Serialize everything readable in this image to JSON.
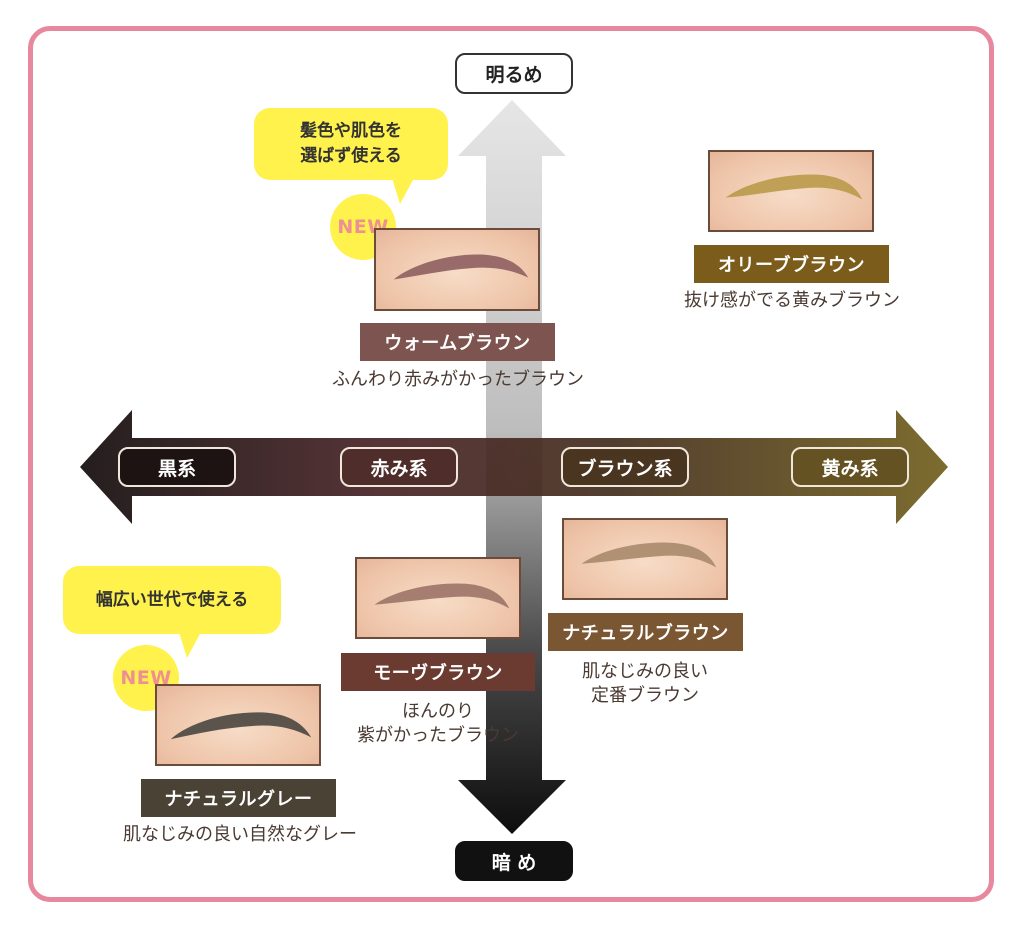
{
  "axis": {
    "vertical_top": "明るめ",
    "vertical_bottom": "暗 め",
    "horizontal": [
      "黒系",
      "赤み系",
      "ブラウン系",
      "黄み系"
    ]
  },
  "products": [
    {
      "name": "ウォームブラウン",
      "description": "ふんわり赤みがかったブラウン",
      "badge": "NEW",
      "callout": [
        "髪色や肌色を",
        "選ばず使える"
      ],
      "label_color": "#7e5450",
      "brow_color": "#8e5f60"
    },
    {
      "name": "オリーブブラウン",
      "description": "抜け感がでる黄みブラウン",
      "label_color": "#7c5c1a",
      "brow_color": "#b99a4a"
    },
    {
      "name": "モーヴブラウン",
      "description": [
        "ほんのり",
        "紫がかったブラウン"
      ],
      "label_color": "#6b3a30",
      "brow_color": "#9c7468"
    },
    {
      "name": "ナチュラルブラウン",
      "description": [
        "肌なじみの良い",
        "定番ブラウン"
      ],
      "label_color": "#7a5632",
      "brow_color": "#a88a6b"
    },
    {
      "name": "ナチュラルグレー",
      "description": "肌なじみの良い自然なグレー",
      "badge": "NEW",
      "callout": [
        "幅広い世代で使える"
      ],
      "label_color": "#4a4234",
      "brow_color": "#4a4640"
    }
  ],
  "colors": {
    "frame": "#e8889f",
    "callout": "#fff24d",
    "badge_text": "#ee8f94"
  }
}
